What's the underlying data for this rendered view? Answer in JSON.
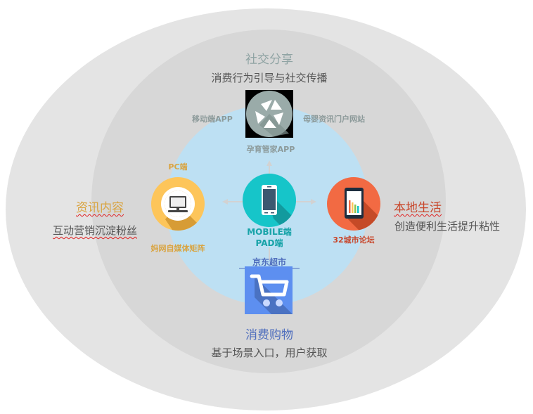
{
  "colors": {
    "outer_ring": "#e4e4e4",
    "middle_ring": "#d7d7d7",
    "inner_circle": "#bde0f3",
    "social": "#8fa3a3",
    "content": "#d9a441",
    "local": "#c8462a",
    "shopping": "#4f6ebd",
    "mobile": "#17a3a8",
    "subtitle": "#555555"
  },
  "sections": {
    "top": {
      "title": "社交分享",
      "subtitle": "消费行为引导与社交传播",
      "icon": "camera-aperture-icon",
      "icon_label": "孕育管家APP",
      "left_note": "移动端APP",
      "right_note": "母婴资讯门户网站"
    },
    "left": {
      "title": "资讯内容",
      "subtitle": "互动营销沉淀粉丝",
      "icon": "desktop-computer-icon",
      "top_note": "PC端",
      "icon_label": "妈网自媒体矩阵"
    },
    "right": {
      "title": "本地生活",
      "subtitle": "创造便利生活提升粘性",
      "icon": "tablet-chart-icon",
      "icon_label": "32城市论坛"
    },
    "bottom": {
      "title": "消费购物",
      "subtitle": "基于场景入口，用户获取",
      "icon": "shopping-cart-icon",
      "top_note": "京东超市"
    },
    "center": {
      "icon": "smartphone-icon",
      "label_line1": "MOBILE端",
      "label_line2": "PAD端"
    }
  }
}
